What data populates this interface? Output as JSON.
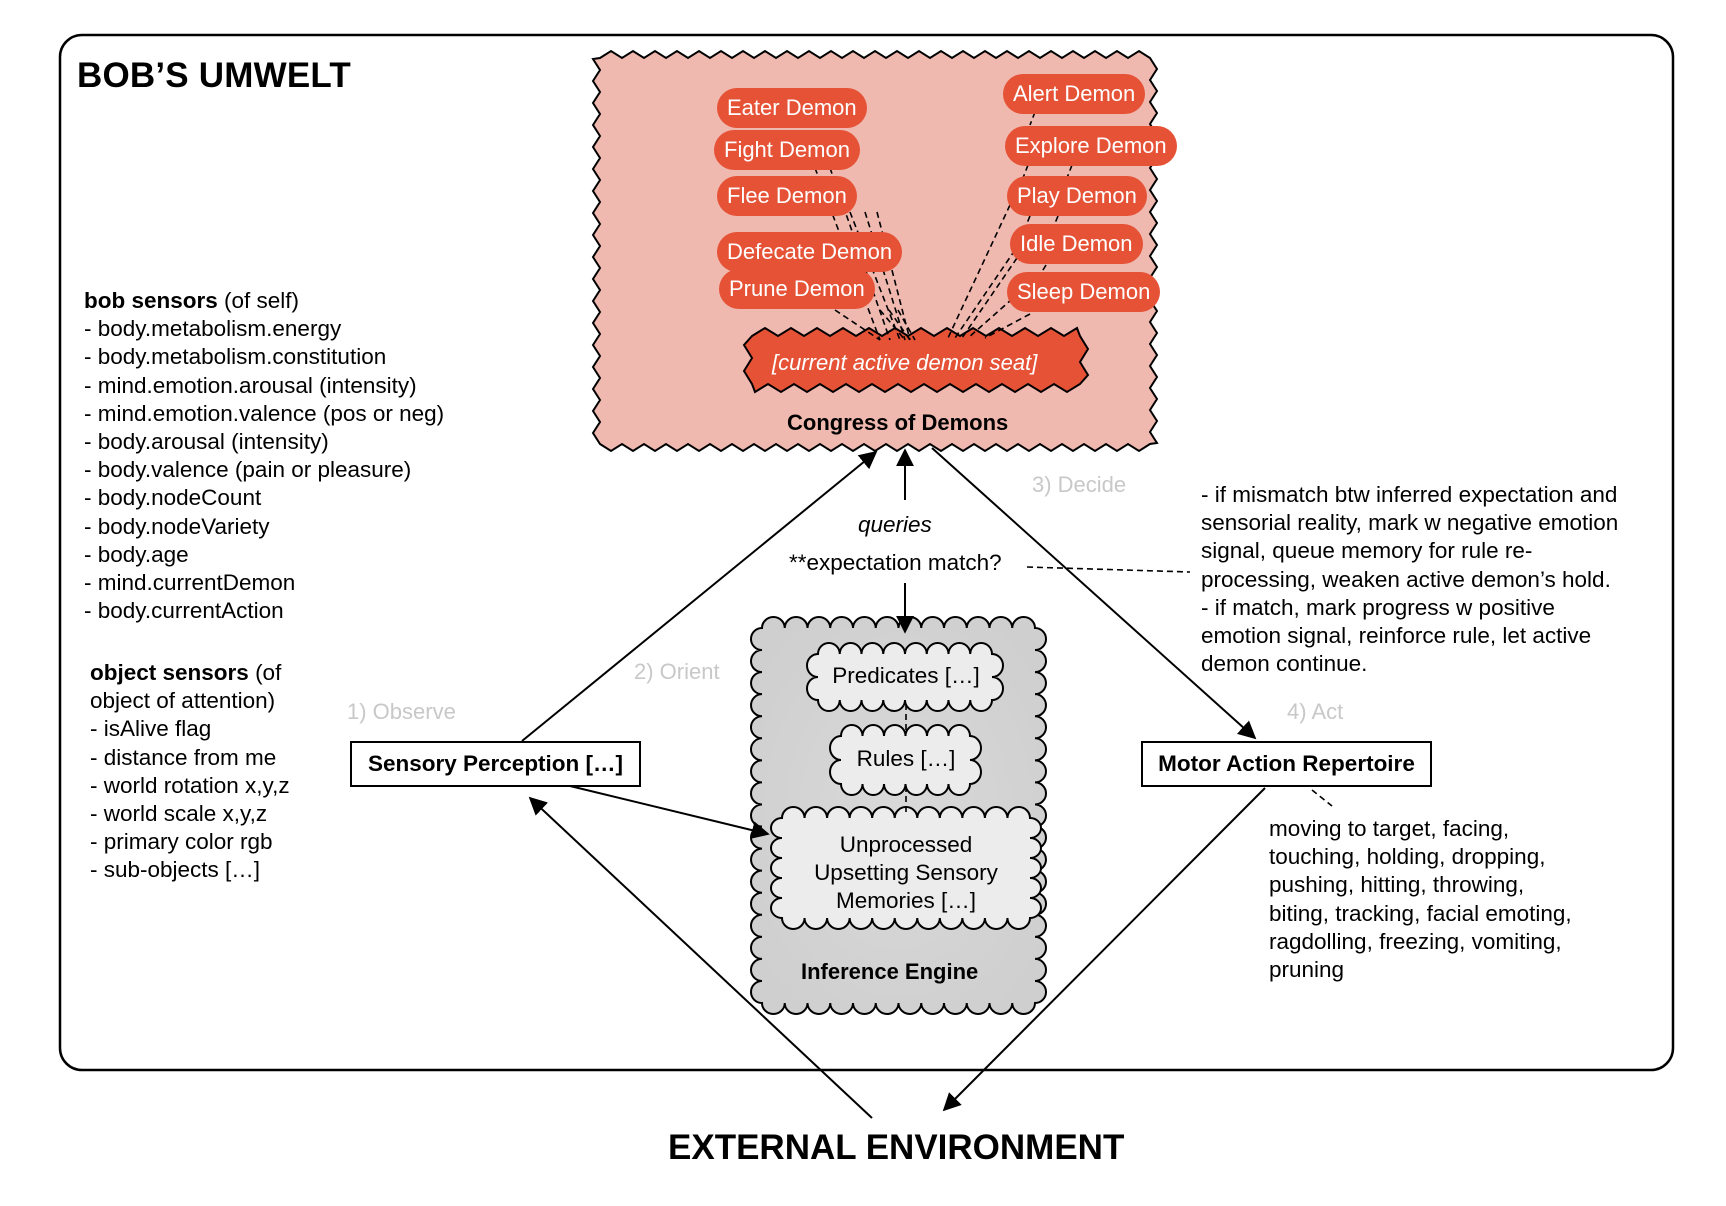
{
  "title": "BOB’S UMWELT",
  "external_environment": "EXTERNAL ENVIRONMENT",
  "colors": {
    "demon_pill": "#e55236",
    "congress_bg": "#f0b9b0",
    "engine_bg": "#d4d4d4",
    "engine_inner_bg": "#ececec",
    "step_label": "#c8c8c8"
  },
  "bob_sensors": {
    "heading": "bob sensors",
    "heading_suffix": " (of self)",
    "items": [
      "- body.metabolism.energy",
      "- body.metabolism.constitution",
      "- mind.emotion.arousal (intensity)",
      "- mind.emotion.valence (pos or neg)",
      "- body.arousal (intensity)",
      "- body.valence (pain or pleasure)",
      "- body.nodeCount",
      "- body.nodeVariety",
      "- body.age",
      "- mind.currentDemon",
      "- body.currentAction"
    ]
  },
  "object_sensors": {
    "heading": "object sensors",
    "heading_suffix": " (of",
    "subheading": "object of attention)",
    "items": [
      "- isAlive flag",
      "- distance from me",
      "- world rotation x,y,z",
      "- world scale x,y,z",
      "- primary color rgb",
      "- sub-objects […]"
    ]
  },
  "congress": {
    "label": "Congress of Demons",
    "seat": "[current active demon seat]",
    "left_demons": [
      "Eater Demon",
      "Fight Demon",
      "Flee Demon",
      "Defecate Demon",
      "Prune Demon"
    ],
    "right_demons": [
      "Alert Demon",
      "Explore Demon",
      "Play Demon",
      "Idle Demon",
      "Sleep Demon"
    ]
  },
  "steps": {
    "observe": "1) Observe",
    "orient": "2) Orient",
    "decide": "3) Decide",
    "act": "4) Act"
  },
  "sensory_perception": "Sensory Perception […]",
  "motor_action": "Motor Action Repertoire",
  "motor_actions_list": [
    "moving to target, facing,",
    "touching, holding, dropping,",
    "pushing, hitting, throwing,",
    "biting, tracking, facial emoting,",
    "ragdolling, freezing, vomiting,",
    "pruning"
  ],
  "queries_label": "queries",
  "expectation_label": "**expectation match?",
  "decide_note": [
    "- if mismatch btw inferred expectation and",
    "sensorial reality, mark w negative emotion",
    "signal, queue memory for rule re-",
    "processing, weaken active demon’s hold.",
    "- if match, mark progress w positive",
    "emotion signal, reinforce rule, let active",
    "demon continue."
  ],
  "inference_engine": {
    "label": "Inference Engine",
    "predicates": "Predicates […]",
    "rules": "Rules […]",
    "memories": [
      "Unprocessed",
      "Upsetting Sensory",
      "Memories […]"
    ]
  }
}
